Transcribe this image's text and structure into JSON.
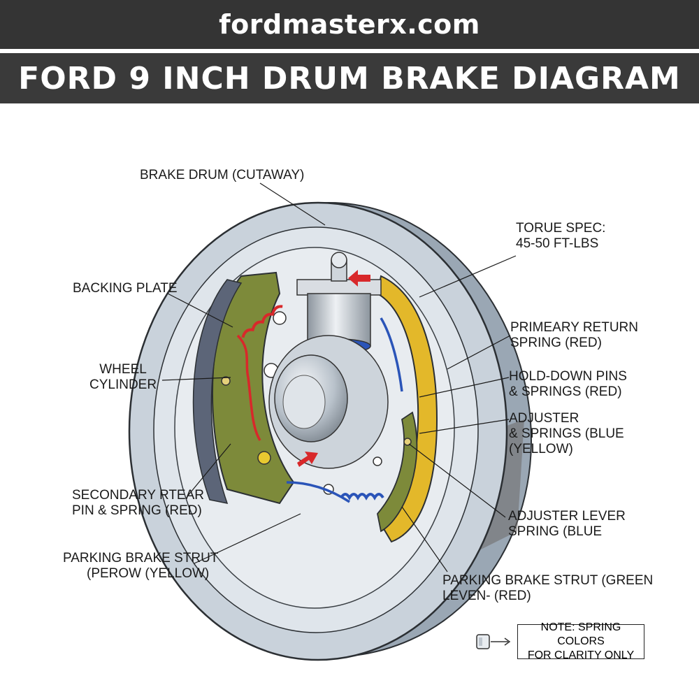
{
  "header": {
    "site": "fordmasterx.com",
    "title": "FORD 9 INCH DRUM BRAKE DIAGRAM"
  },
  "labels": {
    "brake_drum": [
      "BRAKE DRUM (CUTAWAY)"
    ],
    "torque_spec": [
      "TORUE SPEC:",
      "45-50 FT-LBS"
    ],
    "backing_plate": [
      "BACKING PLATE"
    ],
    "primary_return": [
      "PRIMEARY RETURN",
      "SPRING (RED)"
    ],
    "wheel_cylinder": [
      "WHEEL",
      "CYLINDER"
    ],
    "hold_down": [
      "HOLD-DOWN PINS",
      "& SPRINGS (RED)"
    ],
    "adjuster": [
      "ADJUSTER",
      "& SPRINGS (BLUE",
      "(YELLOW)"
    ],
    "secondary": [
      "SECONDARY RTEAR",
      "PIN & SPRING (RED)"
    ],
    "adjuster_lever": [
      "ADJUSTER LEVER",
      "SPRING (BLUE"
    ],
    "parking_strut_left": [
      "PARKING BRAKE STRUT",
      "(PEROW (YELLOW)"
    ],
    "parking_strut_right": [
      "PARKING BRAKE STRUT (GREEN",
      "LEVEN- (RED)"
    ]
  },
  "note": [
    "NOTE: SPRING COLORS",
    "FOR CLARITY ONLY"
  ],
  "icons": [
    "drum-brake-assembly-icon",
    "wheel-cylinder-icon",
    "hub-icon",
    "spring-icon",
    "arrow-icon",
    "connector-icon"
  ],
  "colors": {
    "header_bg": "#343434",
    "drum": "#c4cdd6",
    "shoe": "#7d8a3a",
    "lining": "#e3b82a",
    "spring_red": "#d8282a",
    "spring_blue": "#2a54b8"
  }
}
